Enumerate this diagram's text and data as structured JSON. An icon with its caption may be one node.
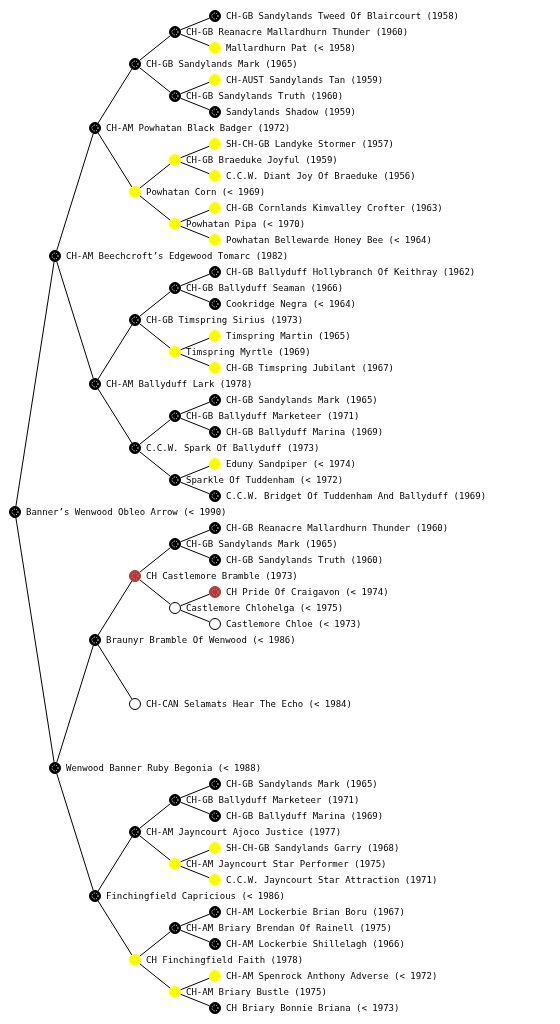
{
  "diagram": {
    "nodes": [
      {
        "text": [],
        "shape": "circle",
        "beside": [
          "CH-GB Sandylands Tweed Of Blaircourt (1958)"
        ]
      },
      {
        "text": [],
        "shape": "circle",
        "beside": [
          "CH-GB Reanacre Mallardhurn Thunder (1960)"
        ]
      },
      {
        "text": [],
        "shape": "circle",
        "beside": [
          "Mallardhurn Pat (< 1958)"
        ]
      },
      {
        "text": [],
        "shape": "circle",
        "beside": [
          "CH-GB Sandylands Mark (1965)"
        ]
      },
      {
        "text": [],
        "shape": "circle",
        "beside": [
          "CH-AUST Sandylands Tan (1959)"
        ]
      },
      {
        "text": [],
        "shape": "circle",
        "beside": [
          "CH-GB Sandylands Truth (1960)"
        ]
      },
      {
        "text": [],
        "shape": "circle",
        "beside": [
          "Sandylands Shadow (1959)"
        ]
      },
      {
        "text": [],
        "shape": "circle",
        "beside": [
          "CH-AM Powhatan Black Badger (1972)"
        ]
      },
      {
        "text": [],
        "shape": "circle",
        "beside": [
          "SH-CH-GB Landyke Stormer (1957)"
        ]
      },
      {
        "text": [],
        "shape": "circle",
        "beside": [
          "CH-GB Braeduke Joyful (1959)"
        ]
      },
      {
        "text": [],
        "shape": "circle",
        "beside": [
          "C.C.W. Diant Joy Of Braeduke (1956)"
        ]
      },
      {
        "text": [],
        "shape": "circle",
        "beside": [
          "Powhatan Corn (< 1969)"
        ]
      },
      {
        "text": [],
        "shape": "circle",
        "beside": [
          "CH-GB Cornlands Kimvalley Crofter (1963)"
        ]
      },
      {
        "text": [],
        "shape": "circle",
        "beside": [
          "Powhatan Pipa (< 1970)"
        ]
      },
      {
        "text": [],
        "shape": "circle",
        "beside": [
          "Powhatan Bellewarde Honey Bee (< 1964)"
        ]
      },
      {
        "text": [],
        "shape": "circle",
        "beside": [
          "CH-AM Beechcroft’s Edgewood Tomarc (1982)"
        ]
      },
      {
        "text": [],
        "shape": "circle",
        "beside": [
          "CH-GB Ballyduff Hollybranch Of Keithray (1962)"
        ]
      },
      {
        "text": [],
        "shape": "circle",
        "beside": [
          "CH-GB Ballyduff Seaman (1966)"
        ]
      },
      {
        "text": [],
        "shape": "circle",
        "beside": [
          "Cookridge Negra (< 1964)"
        ]
      },
      {
        "text": [],
        "shape": "circle",
        "beside": [
          "CH-GB Timspring Sirius (1973)"
        ]
      },
      {
        "text": [],
        "shape": "circle",
        "beside": [
          "Timspring Martin (1965)"
        ]
      },
      {
        "text": [],
        "shape": "circle",
        "beside": [
          "Timspring Myrtle (1969)"
        ]
      },
      {
        "text": [],
        "shape": "circle",
        "beside": [
          "CH-GB Timspring Jubilant (1967)"
        ]
      },
      {
        "text": [],
        "shape": "circle",
        "beside": [
          "CH-AM Ballyduff Lark (1978)"
        ]
      },
      {
        "text": [],
        "shape": "circle",
        "beside": [
          "CH-GB Sandylands Mark (1965)"
        ]
      },
      {
        "text": [],
        "shape": "circle",
        "beside": [
          "CH-GB Ballyduff Marketeer (1971)"
        ]
      },
      {
        "text": [],
        "shape": "circle",
        "beside": [
          "CH-GB Ballyduff Marina (1969)"
        ]
      },
      {
        "text": [],
        "shape": "circle",
        "beside": [
          "C.C.W. Spark Of Ballyduff (1973)"
        ]
      },
      {
        "text": [],
        "shape": "circle",
        "beside": [
          "Eduny Sandpiper (< 1974)"
        ]
      },
      {
        "text": [],
        "shape": "circle",
        "beside": [
          "Sparkle Of Tuddenham (< 1972)"
        ]
      },
      {
        "text": [],
        "shape": "circle",
        "beside": [
          "C.C.W. Bridget Of Tuddenham And Ballyduff (1969)"
        ]
      },
      {
        "text": [],
        "shape": "circle",
        "beside": [
          "Banner’s Wenwood Obleo Arrow (< 1990)"
        ]
      },
      {
        "text": [],
        "shape": "circle",
        "beside": [
          "CH-GB Reanacre Mallardhurn Thunder (1960)"
        ]
      },
      {
        "text": [],
        "shape": "circle",
        "beside": [
          "CH-GB Sandylands Mark (1965)"
        ]
      },
      {
        "text": [],
        "shape": "circle",
        "beside": [
          "CH-GB Sandylands Truth (1960)"
        ]
      },
      {
        "text": [],
        "shape": "circle",
        "beside": [
          "CH Castlemore Bramble (1973)"
        ]
      },
      {
        "text": [],
        "shape": "circle",
        "beside": [
          "CH Pride Of Craigavon (< 1974)"
        ]
      },
      {
        "text": [],
        "shape": "circle",
        "beside": [
          "Castlemore Chlohelga (< 1975)"
        ]
      },
      {
        "text": [],
        "shape": "circle",
        "beside": [
          "Castlemore Chloe (< 1973)"
        ]
      },
      {
        "text": [],
        "shape": "circle",
        "beside": [
          "Braunyr Bramble Of Wenwood (< 1986)"
        ]
      },
      {
        "text": [],
        "shape": "circle",
        "beside": [
          "CH-CAN Selamats Hear The Echo (< 1984)"
        ]
      },
      {
        "text": [],
        "shape": "circle",
        "beside": [
          "Wenwood Banner Ruby Begonia (< 1988)"
        ]
      },
      {
        "text": [],
        "shape": "circle",
        "beside": [
          "CH-GB Sandylands Mark (1965)"
        ]
      },
      {
        "text": [],
        "shape": "circle",
        "beside": [
          "CH-GB Ballyduff Marketeer (1971)"
        ]
      },
      {
        "text": [],
        "shape": "circle",
        "beside": [
          "CH-GB Ballyduff Marina (1969)"
        ]
      },
      {
        "text": [],
        "shape": "circle",
        "beside": [
          "CH-AM Jayncourt Ajoco Justice (1977)"
        ]
      },
      {
        "text": [],
        "shape": "circle",
        "beside": [
          "SH-CH-GB Sandylands Garry (1968)"
        ]
      },
      {
        "text": [],
        "shape": "circle",
        "beside": [
          "CH-AM Jayncourt Star Performer (1975)"
        ]
      },
      {
        "text": [],
        "shape": "circle",
        "beside": [
          "C.C.W. Jayncourt Star Attraction (1971)"
        ]
      },
      {
        "text": [],
        "shape": "circle",
        "beside": [
          "Finchingfield Capricious (< 1986)"
        ]
      },
      {
        "text": [],
        "shape": "circle",
        "beside": [
          "CH-AM Lockerbie Brian Boru (1967)"
        ]
      },
      {
        "text": [],
        "shape": "circle",
        "beside": [
          "CH-AM Briary Brendan Of Rainell (1975)"
        ]
      },
      {
        "text": [],
        "shape": "circle",
        "beside": [
          "CH-AM Lockerbie Shillelagh (1966)"
        ]
      },
      {
        "text": [],
        "shape": "circle",
        "beside": [
          "CH Finchingfield Faith (1978)"
        ]
      },
      {
        "text": [],
        "shape": "circle",
        "beside": [
          "CH-AM Spenrock Anthony Adverse (< 1972)"
        ]
      },
      {
        "text": [],
        "shape": "circle",
        "beside": [
          "CH-AM Briary Bustle (1975)"
        ]
      },
      {
        "text": [],
        "shape": "circle",
        "beside": [
          "CH Briary Bonnie Briana (< 1973)"
        ]
      }
    ],
    "edges": [
      {
        "from": 31,
        "to": 15,
        "arrow": "none"
      },
      {
        "from": 31,
        "to": 41,
        "arrow": "none"
      },
      {
        "from": 15,
        "to": 7,
        "arrow": "none"
      },
      {
        "from": 15,
        "to": 23,
        "arrow": "none"
      },
      {
        "from": 7,
        "to": 3,
        "arrow": "none"
      },
      {
        "from": 7,
        "to": 11,
        "arrow": "none"
      },
      {
        "from": 3,
        "to": 1,
        "arrow": "none"
      },
      {
        "from": 3,
        "to": 5,
        "arrow": "none"
      },
      {
        "from": 1,
        "to": 0,
        "arrow": "none"
      },
      {
        "from": 1,
        "to": 2,
        "arrow": "none"
      },
      {
        "from": 5,
        "to": 4,
        "arrow": "none"
      },
      {
        "from": 5,
        "to": 6,
        "arrow": "none"
      },
      {
        "from": 11,
        "to": 9,
        "arrow": "none"
      },
      {
        "from": 11,
        "to": 13,
        "arrow": "none"
      },
      {
        "from": 9,
        "to": 8,
        "arrow": "none"
      },
      {
        "from": 9,
        "to": 10,
        "arrow": "none"
      },
      {
        "from": 13,
        "to": 12,
        "arrow": "none"
      },
      {
        "from": 13,
        "to": 14,
        "arrow": "none"
      },
      {
        "from": 23,
        "to": 19,
        "arrow": "none"
      },
      {
        "from": 23,
        "to": 27,
        "arrow": "none"
      },
      {
        "from": 19,
        "to": 17,
        "arrow": "none"
      },
      {
        "from": 19,
        "to": 21,
        "arrow": "none"
      },
      {
        "from": 17,
        "to": 16,
        "arrow": "none"
      },
      {
        "from": 17,
        "to": 18,
        "arrow": "none"
      },
      {
        "from": 21,
        "to": 20,
        "arrow": "none"
      },
      {
        "from": 21,
        "to": 22,
        "arrow": "none"
      },
      {
        "from": 27,
        "to": 25,
        "arrow": "none"
      },
      {
        "from": 27,
        "to": 29,
        "arrow": "none"
      },
      {
        "from": 25,
        "to": 24,
        "arrow": "none"
      },
      {
        "from": 25,
        "to": 26,
        "arrow": "none"
      },
      {
        "from": 29,
        "to": 28,
        "arrow": "none"
      },
      {
        "from": 29,
        "to": 30,
        "arrow": "none"
      },
      {
        "from": 41,
        "to": 39,
        "arrow": "none"
      },
      {
        "from": 41,
        "to": 49,
        "arrow": "none"
      },
      {
        "from": 39,
        "to": 35,
        "arrow": "none"
      },
      {
        "from": 39,
        "to": 40,
        "arrow": "none"
      },
      {
        "from": 35,
        "to": 33,
        "arrow": "none"
      },
      {
        "from": 35,
        "to": 37,
        "arrow": "none"
      },
      {
        "from": 33,
        "to": 32,
        "arrow": "none"
      },
      {
        "from": 33,
        "to": 34,
        "arrow": "none"
      },
      {
        "from": 37,
        "to": 36,
        "arrow": "none"
      },
      {
        "from": 37,
        "to": 38,
        "arrow": "none"
      },
      {
        "from": 49,
        "to": 45,
        "arrow": "none"
      },
      {
        "from": 49,
        "to": 53,
        "arrow": "none"
      },
      {
        "from": 45,
        "to": 43,
        "arrow": "none"
      },
      {
        "from": 45,
        "to": 47,
        "arrow": "none"
      },
      {
        "from": 43,
        "to": 42,
        "arrow": "none"
      },
      {
        "from": 43,
        "to": 44,
        "arrow": "none"
      },
      {
        "from": 47,
        "to": 46,
        "arrow": "none"
      },
      {
        "from": 47,
        "to": 48,
        "arrow": "none"
      },
      {
        "from": 53,
        "to": 51,
        "arrow": "none"
      },
      {
        "from": 53,
        "to": 55,
        "arrow": "none"
      },
      {
        "from": 51,
        "to": 50,
        "arrow": "none"
      },
      {
        "from": 51,
        "to": 52,
        "arrow": "none"
      },
      {
        "from": 55,
        "to": 54,
        "arrow": "none"
      },
      {
        "from": 55,
        "to": 56,
        "arrow": "none"
      }
    ]
  }
}
